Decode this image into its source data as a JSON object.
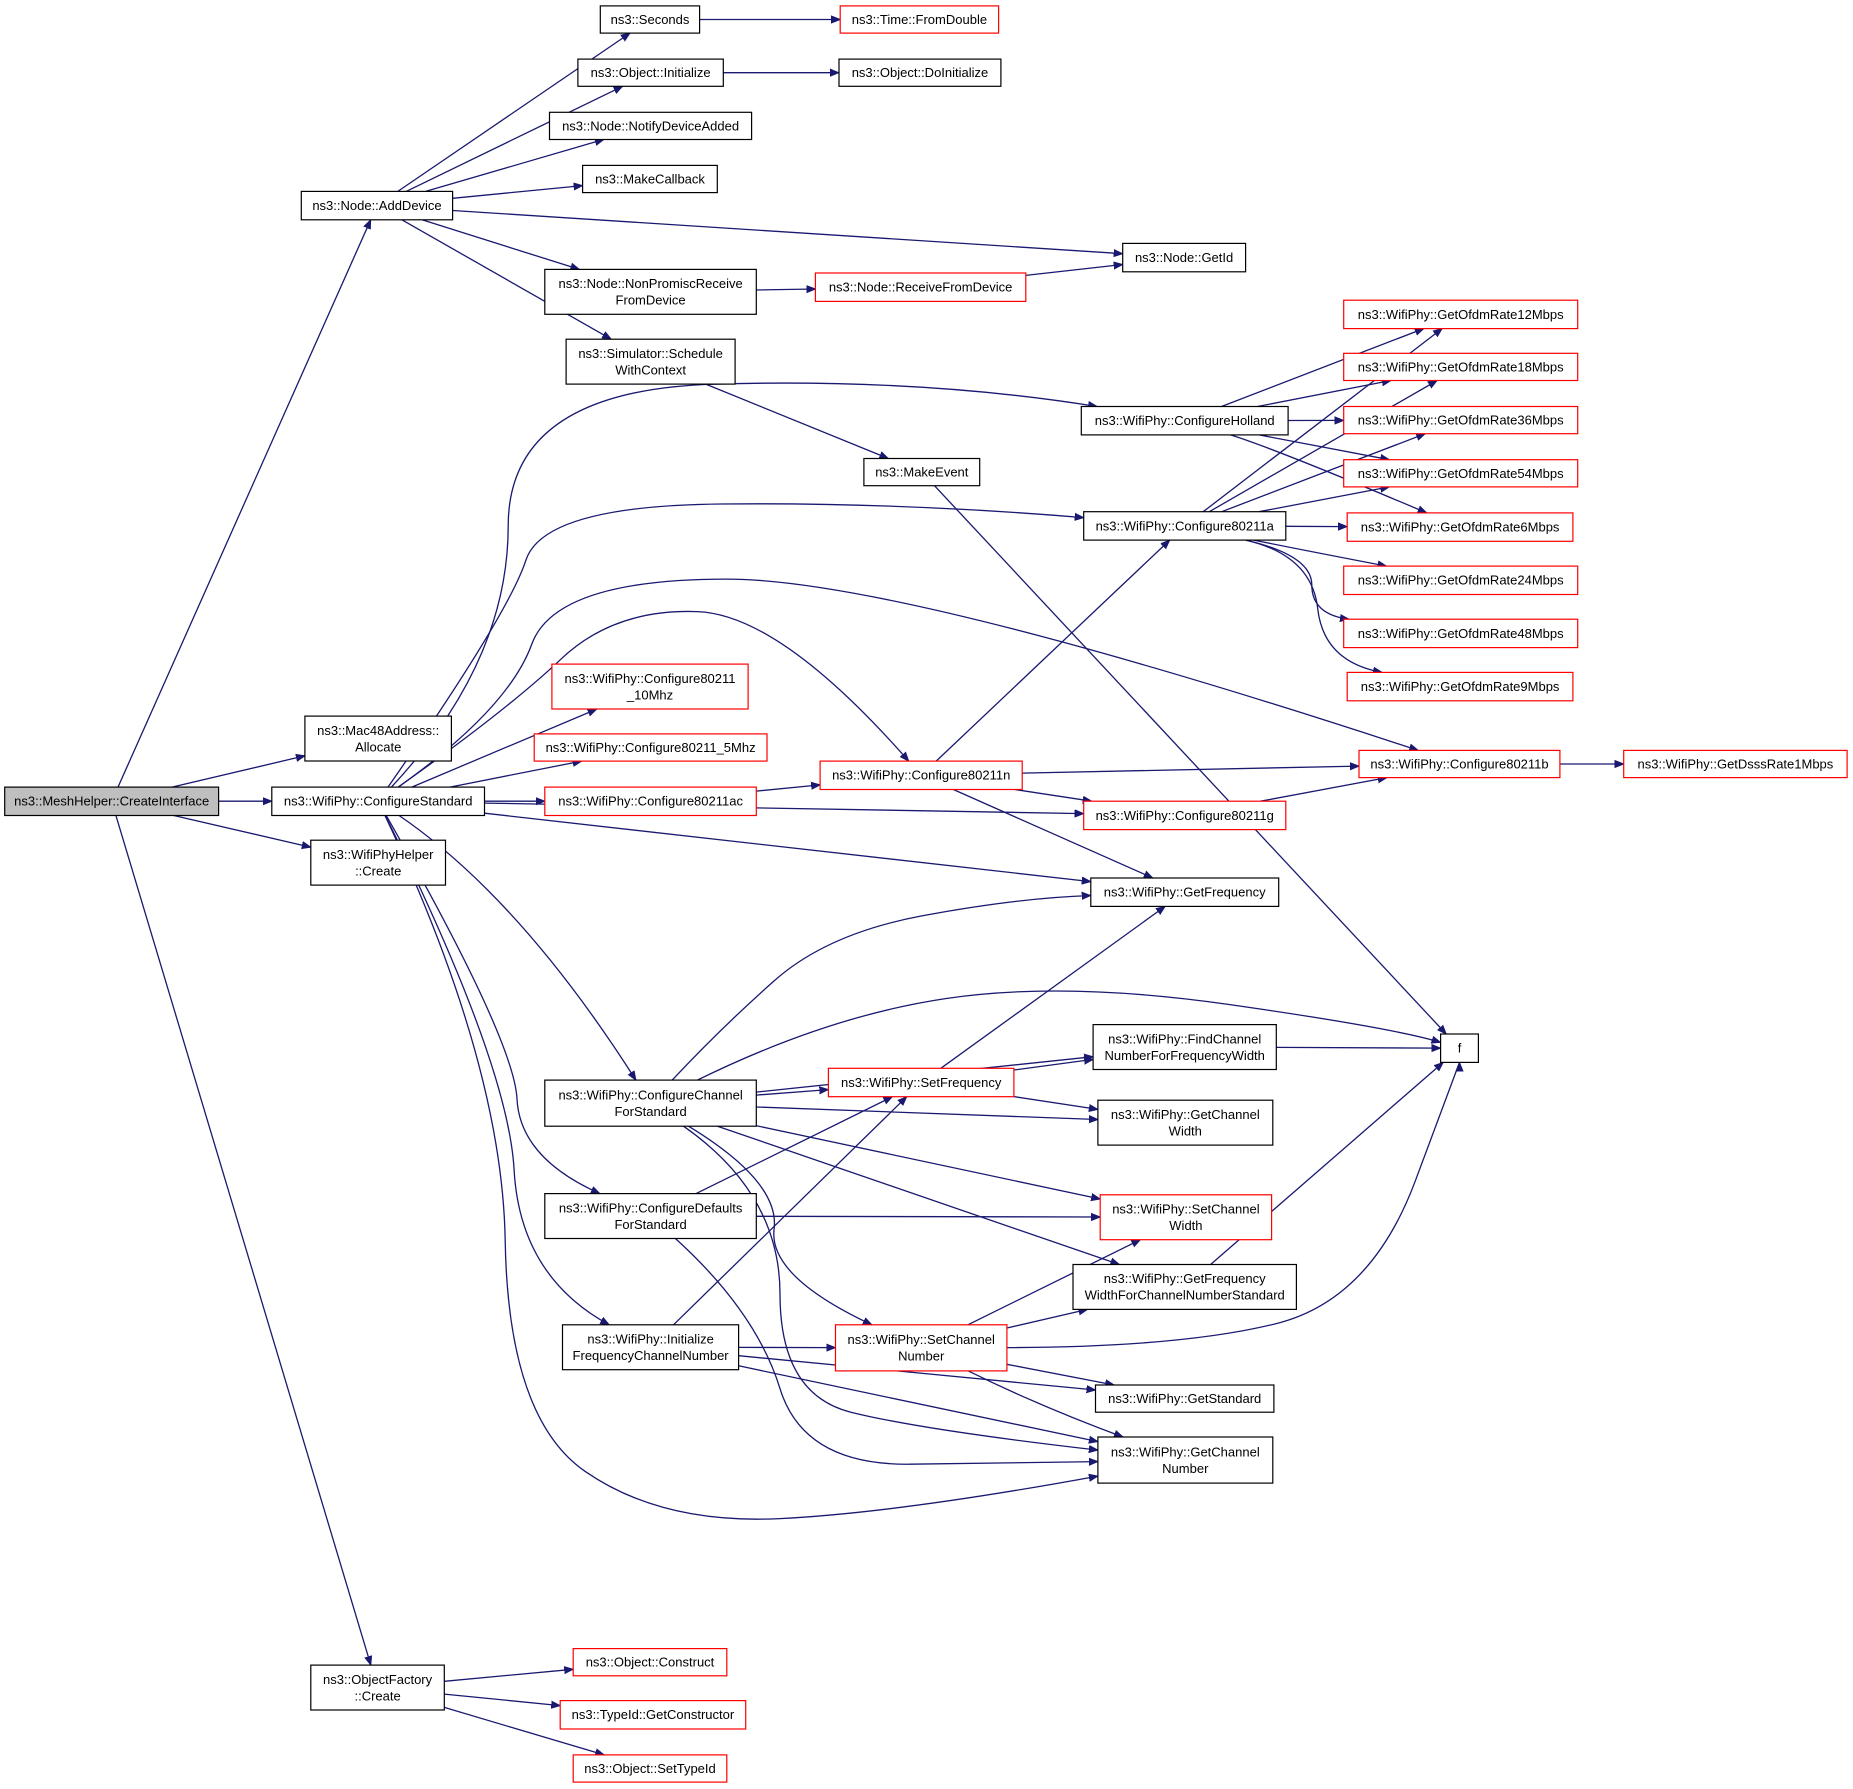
{
  "colors": {
    "edge": "#191970",
    "border": "#000000",
    "border_incomplete": "#ff0000",
    "root_fill": "#bfbfbf"
  },
  "nodes": [
    {
      "id": "create_interface",
      "lines": [
        "ns3::MeshHelper::CreateInterface"
      ],
      "style": "root"
    },
    {
      "id": "add_device",
      "lines": [
        "ns3::Node::AddDevice"
      ]
    },
    {
      "id": "mac48_allocate",
      "lines": [
        "ns3::Mac48Address::",
        "Allocate"
      ]
    },
    {
      "id": "configure_standard",
      "lines": [
        "ns3::WifiPhy::ConfigureStandard"
      ]
    },
    {
      "id": "phy_helper_create",
      "lines": [
        "ns3::WifiPhyHelper",
        "::Create"
      ]
    },
    {
      "id": "object_factory_create",
      "lines": [
        "ns3::ObjectFactory",
        "::Create"
      ]
    },
    {
      "id": "seconds",
      "lines": [
        "ns3::Seconds"
      ]
    },
    {
      "id": "object_initialize",
      "lines": [
        "ns3::Object::Initialize"
      ]
    },
    {
      "id": "notify_device_added",
      "lines": [
        "ns3::Node::NotifyDeviceAdded"
      ]
    },
    {
      "id": "make_callback",
      "lines": [
        "ns3::MakeCallback"
      ]
    },
    {
      "id": "non_promisc",
      "lines": [
        "ns3::Node::NonPromiscReceive",
        "FromDevice"
      ]
    },
    {
      "id": "schedule_with_context",
      "lines": [
        "ns3::Simulator::Schedule",
        "WithContext"
      ]
    },
    {
      "id": "time_from_double",
      "lines": [
        "ns3::Time::FromDouble"
      ],
      "style": "red"
    },
    {
      "id": "do_initialize",
      "lines": [
        "ns3::Object::DoInitialize"
      ]
    },
    {
      "id": "node_get_id",
      "lines": [
        "ns3::Node::GetId"
      ]
    },
    {
      "id": "receive_from_device",
      "lines": [
        "ns3::Node::ReceiveFromDevice"
      ],
      "style": "red"
    },
    {
      "id": "make_event",
      "lines": [
        "ns3::MakeEvent"
      ]
    },
    {
      "id": "cfg_holland",
      "lines": [
        "ns3::WifiPhy::ConfigureHolland"
      ]
    },
    {
      "id": "cfg_80211a",
      "lines": [
        "ns3::WifiPhy::Configure80211a"
      ]
    },
    {
      "id": "ofdm12",
      "lines": [
        "ns3::WifiPhy::GetOfdmRate12Mbps"
      ],
      "style": "red"
    },
    {
      "id": "ofdm18",
      "lines": [
        "ns3::WifiPhy::GetOfdmRate18Mbps"
      ],
      "style": "red"
    },
    {
      "id": "ofdm36",
      "lines": [
        "ns3::WifiPhy::GetOfdmRate36Mbps"
      ],
      "style": "red"
    },
    {
      "id": "ofdm54",
      "lines": [
        "ns3::WifiPhy::GetOfdmRate54Mbps"
      ],
      "style": "red"
    },
    {
      "id": "ofdm6",
      "lines": [
        "ns3::WifiPhy::GetOfdmRate6Mbps"
      ],
      "style": "red"
    },
    {
      "id": "ofdm24",
      "lines": [
        "ns3::WifiPhy::GetOfdmRate24Mbps"
      ],
      "style": "red"
    },
    {
      "id": "ofdm48",
      "lines": [
        "ns3::WifiPhy::GetOfdmRate48Mbps"
      ],
      "style": "red"
    },
    {
      "id": "ofdm9",
      "lines": [
        "ns3::WifiPhy::GetOfdmRate9Mbps"
      ],
      "style": "red"
    },
    {
      "id": "cfg_10mhz",
      "lines": [
        "ns3::WifiPhy::Configure80211",
        "_10Mhz"
      ],
      "style": "red"
    },
    {
      "id": "cfg_5mhz",
      "lines": [
        "ns3::WifiPhy::Configure80211_5Mhz"
      ],
      "style": "red"
    },
    {
      "id": "cfg_80211ac",
      "lines": [
        "ns3::WifiPhy::Configure80211ac"
      ],
      "style": "red"
    },
    {
      "id": "cfg_80211n",
      "lines": [
        "ns3::WifiPhy::Configure80211n"
      ],
      "style": "red"
    },
    {
      "id": "cfg_80211b",
      "lines": [
        "ns3::WifiPhy::Configure80211b"
      ],
      "style": "red"
    },
    {
      "id": "dsss1",
      "lines": [
        "ns3::WifiPhy::GetDsssRate1Mbps"
      ],
      "style": "red"
    },
    {
      "id": "cfg_80211g",
      "lines": [
        "ns3::WifiPhy::Configure80211g"
      ],
      "style": "red"
    },
    {
      "id": "get_frequency",
      "lines": [
        "ns3::WifiPhy::GetFrequency"
      ]
    },
    {
      "id": "f",
      "lines": [
        "f"
      ]
    },
    {
      "id": "find_channel",
      "lines": [
        "ns3::WifiPhy::FindChannel",
        "NumberForFrequencyWidth"
      ]
    },
    {
      "id": "cfg_channel_std",
      "lines": [
        "ns3::WifiPhy::ConfigureChannel",
        "ForStandard"
      ]
    },
    {
      "id": "set_frequency",
      "lines": [
        "ns3::WifiPhy::SetFrequency"
      ],
      "style": "red"
    },
    {
      "id": "get_channel_width",
      "lines": [
        "ns3::WifiPhy::GetChannel",
        "Width"
      ]
    },
    {
      "id": "cfg_defaults",
      "lines": [
        "ns3::WifiPhy::ConfigureDefaults",
        "ForStandard"
      ]
    },
    {
      "id": "set_channel_width",
      "lines": [
        "ns3::WifiPhy::SetChannel",
        "Width"
      ],
      "style": "red"
    },
    {
      "id": "get_freq_width",
      "lines": [
        "ns3::WifiPhy::GetFrequency",
        "WidthForChannelNumberStandard"
      ]
    },
    {
      "id": "init_freq_chan",
      "lines": [
        "ns3::WifiPhy::Initialize",
        "FrequencyChannelNumber"
      ]
    },
    {
      "id": "set_channel_number",
      "lines": [
        "ns3::WifiPhy::SetChannel",
        "Number"
      ],
      "style": "red"
    },
    {
      "id": "get_standard",
      "lines": [
        "ns3::WifiPhy::GetStandard"
      ]
    },
    {
      "id": "get_channel_number",
      "lines": [
        "ns3::WifiPhy::GetChannel",
        "Number"
      ]
    },
    {
      "id": "obj_construct",
      "lines": [
        "ns3::Object::Construct"
      ],
      "style": "red"
    },
    {
      "id": "typeid_get_constructor",
      "lines": [
        "ns3::TypeId::GetConstructor"
      ],
      "style": "red"
    },
    {
      "id": "obj_set_typeid",
      "lines": [
        "ns3::Object::SetTypeId"
      ],
      "style": "red"
    }
  ],
  "edges": [
    [
      "create_interface",
      "add_device"
    ],
    [
      "create_interface",
      "mac48_allocate"
    ],
    [
      "create_interface",
      "configure_standard"
    ],
    [
      "create_interface",
      "phy_helper_create"
    ],
    [
      "create_interface",
      "object_factory_create"
    ],
    [
      "add_device",
      "seconds"
    ],
    [
      "add_device",
      "object_initialize"
    ],
    [
      "add_device",
      "notify_device_added"
    ],
    [
      "add_device",
      "make_callback"
    ],
    [
      "add_device",
      "node_get_id"
    ],
    [
      "add_device",
      "non_promisc"
    ],
    [
      "add_device",
      "schedule_with_context"
    ],
    [
      "seconds",
      "time_from_double"
    ],
    [
      "object_initialize",
      "do_initialize"
    ],
    [
      "non_promisc",
      "receive_from_device"
    ],
    [
      "receive_from_device",
      "node_get_id"
    ],
    [
      "schedule_with_context",
      "make_event"
    ],
    [
      "make_event",
      "f"
    ],
    [
      "configure_standard",
      "cfg_holland"
    ],
    [
      "configure_standard",
      "cfg_80211a"
    ],
    [
      "configure_standard",
      "cfg_80211b"
    ],
    [
      "configure_standard",
      "cfg_80211n"
    ],
    [
      "configure_standard",
      "cfg_10mhz"
    ],
    [
      "configure_standard",
      "cfg_5mhz"
    ],
    [
      "configure_standard",
      "cfg_80211ac"
    ],
    [
      "configure_standard",
      "cfg_80211g"
    ],
    [
      "configure_standard",
      "get_frequency"
    ],
    [
      "configure_standard",
      "cfg_channel_std"
    ],
    [
      "configure_standard",
      "cfg_defaults"
    ],
    [
      "configure_standard",
      "init_freq_chan"
    ],
    [
      "configure_standard",
      "get_channel_number"
    ],
    [
      "cfg_holland",
      "ofdm12"
    ],
    [
      "cfg_holland",
      "ofdm18"
    ],
    [
      "cfg_holland",
      "ofdm36"
    ],
    [
      "cfg_holland",
      "ofdm54"
    ],
    [
      "cfg_holland",
      "ofdm6"
    ],
    [
      "cfg_80211a",
      "ofdm12"
    ],
    [
      "cfg_80211a",
      "ofdm18"
    ],
    [
      "cfg_80211a",
      "ofdm36"
    ],
    [
      "cfg_80211a",
      "ofdm54"
    ],
    [
      "cfg_80211a",
      "ofdm6"
    ],
    [
      "cfg_80211a",
      "ofdm24"
    ],
    [
      "cfg_80211a",
      "ofdm48"
    ],
    [
      "cfg_80211a",
      "ofdm9"
    ],
    [
      "cfg_80211ac",
      "cfg_80211n"
    ],
    [
      "cfg_80211n",
      "cfg_80211a"
    ],
    [
      "cfg_80211n",
      "cfg_80211b"
    ],
    [
      "cfg_80211n",
      "cfg_80211g"
    ],
    [
      "cfg_80211n",
      "get_frequency"
    ],
    [
      "cfg_80211g",
      "cfg_80211b"
    ],
    [
      "cfg_80211b",
      "dsss1"
    ],
    [
      "cfg_channel_std",
      "get_frequency"
    ],
    [
      "cfg_channel_std",
      "f"
    ],
    [
      "cfg_channel_std",
      "find_channel"
    ],
    [
      "cfg_channel_std",
      "set_frequency"
    ],
    [
      "cfg_channel_std",
      "get_channel_width"
    ],
    [
      "cfg_channel_std",
      "set_channel_width"
    ],
    [
      "cfg_channel_std",
      "get_freq_width"
    ],
    [
      "cfg_channel_std",
      "set_channel_number"
    ],
    [
      "cfg_channel_std",
      "get_channel_number"
    ],
    [
      "set_frequency",
      "get_frequency"
    ],
    [
      "set_frequency",
      "find_channel"
    ],
    [
      "set_frequency",
      "get_channel_width"
    ],
    [
      "find_channel",
      "f"
    ],
    [
      "cfg_defaults",
      "set_frequency"
    ],
    [
      "cfg_defaults",
      "set_channel_width"
    ],
    [
      "cfg_defaults",
      "get_channel_number"
    ],
    [
      "init_freq_chan",
      "set_frequency"
    ],
    [
      "init_freq_chan",
      "set_channel_number"
    ],
    [
      "init_freq_chan",
      "get_standard"
    ],
    [
      "init_freq_chan",
      "get_channel_number"
    ],
    [
      "set_channel_number",
      "set_channel_width"
    ],
    [
      "set_channel_number",
      "get_freq_width"
    ],
    [
      "set_channel_number",
      "f"
    ],
    [
      "set_channel_number",
      "get_standard"
    ],
    [
      "set_channel_number",
      "get_channel_number"
    ],
    [
      "get_freq_width",
      "f"
    ],
    [
      "object_factory_create",
      "obj_construct"
    ],
    [
      "object_factory_create",
      "typeid_get_constructor"
    ],
    [
      "object_factory_create",
      "obj_set_typeid"
    ]
  ]
}
